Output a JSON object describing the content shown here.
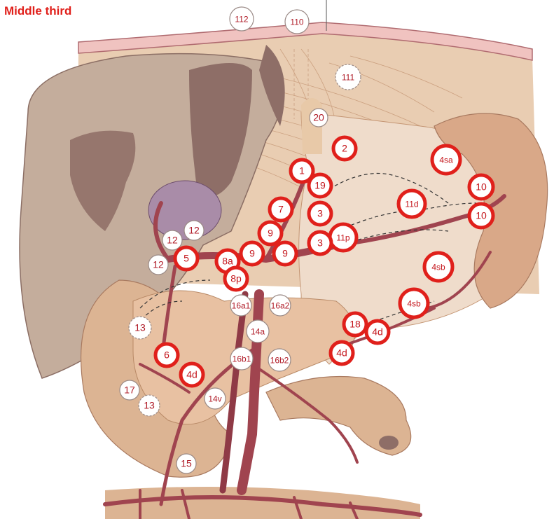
{
  "title": "Middle third",
  "colors": {
    "title": "#e0201b",
    "highlight_stroke": "#e0201b",
    "label_red": "#c4161c",
    "node_fill": "#ffffff",
    "plain_stroke": "#9a8a86",
    "plain_text": "#b01c28",
    "liver": "#c2ac9b",
    "liver_dark": "#8b6e64",
    "stomach": "#efdccb",
    "omentum": "#e9c9a8",
    "spleen": "#d9a888",
    "pancreas": "#e8c1a2",
    "vessel": "#a0444f"
  },
  "lymph_nodes": [
    {
      "id": "112",
      "highlight": false
    },
    {
      "id": "110",
      "highlight": false
    },
    {
      "id": "111",
      "highlight": false,
      "dashed": true
    },
    {
      "id": "20",
      "highlight": false
    },
    {
      "id": "2",
      "highlight": true
    },
    {
      "id": "4sa",
      "highlight": true
    },
    {
      "id": "1",
      "highlight": true
    },
    {
      "id": "19",
      "highlight": true
    },
    {
      "id": "10",
      "highlight": true
    },
    {
      "id": "11d",
      "highlight": true
    },
    {
      "id": "10",
      "highlight": true
    },
    {
      "id": "7",
      "highlight": true
    },
    {
      "id": "3",
      "highlight": true
    },
    {
      "id": "12",
      "highlight": false
    },
    {
      "id": "12",
      "highlight": false
    },
    {
      "id": "9",
      "highlight": true
    },
    {
      "id": "11p",
      "highlight": true
    },
    {
      "id": "3",
      "highlight": true
    },
    {
      "id": "9",
      "highlight": true
    },
    {
      "id": "9",
      "highlight": true
    },
    {
      "id": "5",
      "highlight": true
    },
    {
      "id": "8a",
      "highlight": true
    },
    {
      "id": "12",
      "highlight": false
    },
    {
      "id": "4sb",
      "highlight": true
    },
    {
      "id": "8p",
      "highlight": true
    },
    {
      "id": "16a1",
      "highlight": false
    },
    {
      "id": "16a2",
      "highlight": false
    },
    {
      "id": "4sb",
      "highlight": true
    },
    {
      "id": "13",
      "highlight": false,
      "dashed": true
    },
    {
      "id": "18",
      "highlight": true
    },
    {
      "id": "14a",
      "highlight": false
    },
    {
      "id": "4d",
      "highlight": true
    },
    {
      "id": "6",
      "highlight": true
    },
    {
      "id": "4d",
      "highlight": true
    },
    {
      "id": "16b1",
      "highlight": false
    },
    {
      "id": "16b2",
      "highlight": false
    },
    {
      "id": "4d",
      "highlight": true
    },
    {
      "id": "17",
      "highlight": false
    },
    {
      "id": "14v",
      "highlight": false
    },
    {
      "id": "13",
      "highlight": false,
      "dashed": true
    },
    {
      "id": "15",
      "highlight": false
    }
  ]
}
